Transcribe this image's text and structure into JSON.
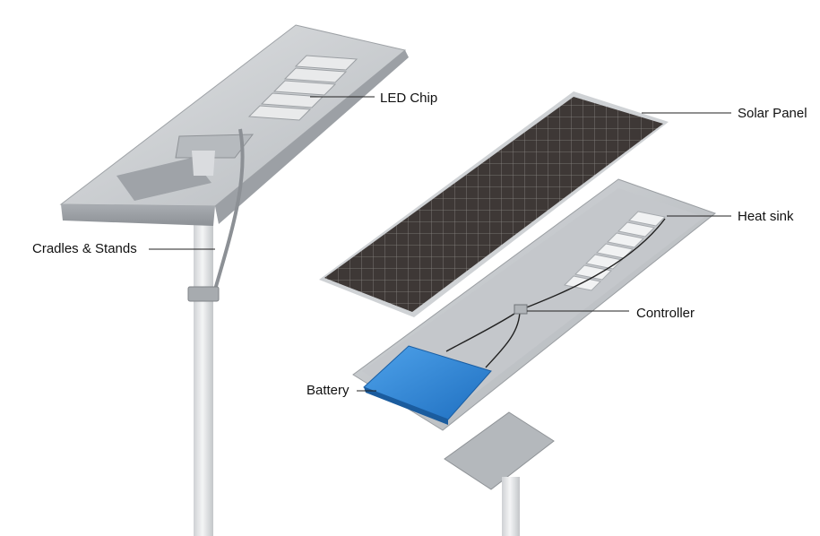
{
  "labels": {
    "led_chip": "LED Chip",
    "solar_panel": "Solar Panel",
    "heat_sink": "Heat sink",
    "cradles_stands": "Cradles & Stands",
    "controller": "Controller",
    "battery": "Battery"
  },
  "colors": {
    "housing": "#c9ccd0",
    "solar_cell": "#3f3a38",
    "battery": "#2f86d6",
    "pole": "#e4e5e7",
    "leader_line": "#222222"
  }
}
